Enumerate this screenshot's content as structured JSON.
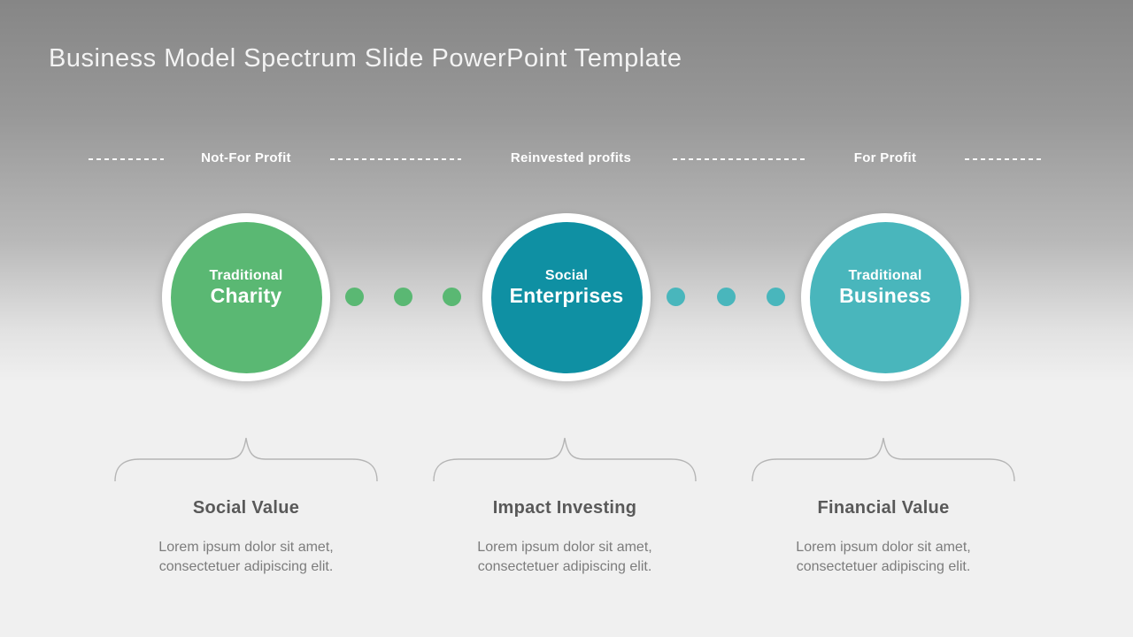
{
  "slide": {
    "title": "Business Model Spectrum Slide PowerPoint Template"
  },
  "spectrum": {
    "labels": [
      {
        "label": "Not-For Profit"
      },
      {
        "label": "Reinvested profits"
      },
      {
        "label": "For Profit"
      }
    ]
  },
  "circles": [
    {
      "line1": "Traditional",
      "line2": "Charity",
      "color": "#5ab873"
    },
    {
      "line1": "Social",
      "line2": "Enterprises",
      "color": "#0f90a3"
    },
    {
      "line1": "Traditional",
      "line2": "Business",
      "color": "#49b6bc"
    }
  ],
  "connectors": [
    {
      "color": "#5ab873"
    },
    {
      "color": "#49b6bc"
    }
  ],
  "sections": [
    {
      "heading": "Social Value",
      "body": "Lorem ipsum dolor sit amet, consectetuer adipiscing elit."
    },
    {
      "heading": "Impact Investing",
      "body": "Lorem ipsum dolor sit amet, consectetuer adipiscing elit."
    },
    {
      "heading": "Financial Value",
      "body": "Lorem ipsum dolor sit amet, consectetuer adipiscing elit."
    }
  ],
  "colors": {
    "green": "#5ab873",
    "teal_dark": "#0f90a3",
    "teal_light": "#49b6bc",
    "heading_gray": "#595959",
    "body_gray": "#7c7c7c",
    "brace_gray": "#b5b5b5"
  }
}
